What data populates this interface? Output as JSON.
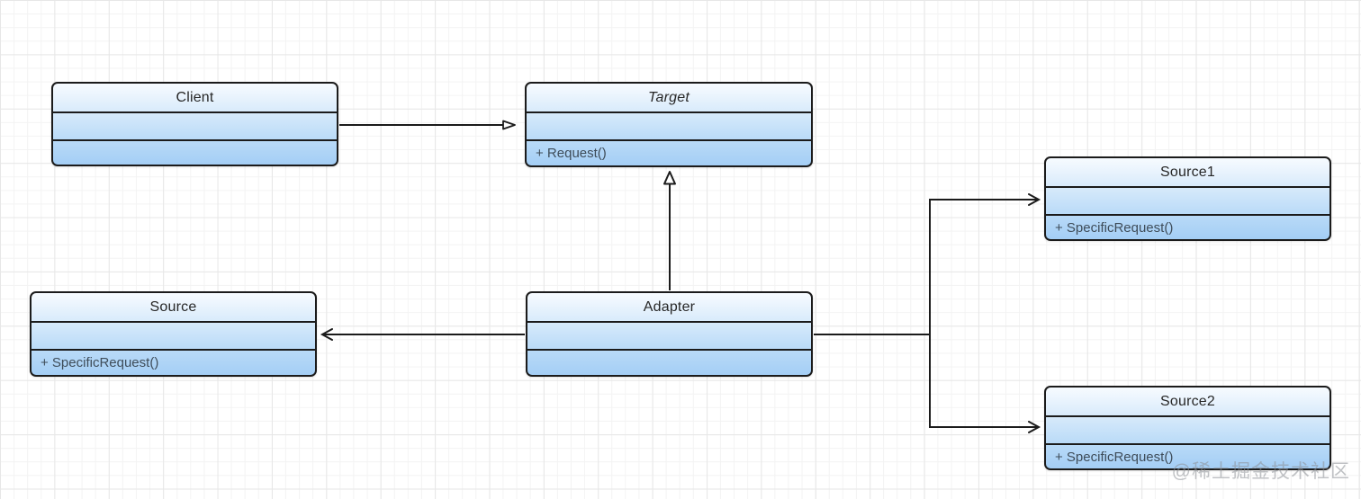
{
  "diagram": {
    "type": "uml-class-diagram",
    "pattern": "Adapter",
    "nodes": {
      "client": {
        "title": "Client",
        "attributes": "",
        "method": ""
      },
      "target": {
        "title": "Target",
        "attributes": "",
        "method": "+ Request()",
        "title_style": "italic-abstract"
      },
      "source": {
        "title": "Source",
        "attributes": "",
        "method": "+ SpecificRequest()"
      },
      "adapter": {
        "title": "Adapter",
        "attributes": "",
        "method": ""
      },
      "source1": {
        "title": "Source1",
        "attributes": "",
        "method": "+ SpecificRequest()"
      },
      "source2": {
        "title": "Source2",
        "attributes": "",
        "method": "+ SpecificRequest()"
      }
    },
    "edges": [
      {
        "from": "Client",
        "to": "Target",
        "type": "directed-association",
        "arrowhead": "hollow-triangle-thin"
      },
      {
        "from": "Adapter",
        "to": "Target",
        "type": "generalization",
        "arrowhead": "hollow-triangle"
      },
      {
        "from": "Adapter",
        "to": "Source",
        "type": "directed-association",
        "arrowhead": "open-v"
      },
      {
        "from": "Adapter",
        "to": "Source1",
        "type": "directed-association",
        "arrowhead": "open-v"
      },
      {
        "from": "Adapter",
        "to": "Source2",
        "type": "directed-association",
        "arrowhead": "open-v"
      }
    ],
    "colors": {
      "node_fill_top": "#f7fbff",
      "node_fill_bottom": "#a4cef5",
      "node_border": "#1b1b1b",
      "title_text": "#272727",
      "method_text": "#3f4d5a",
      "grid_minor": "#f3f3f3",
      "grid_major": "#e7e7e7",
      "watermark_text": "#8c9096"
    }
  },
  "watermark": {
    "text": "@稀土掘金技术社区"
  }
}
